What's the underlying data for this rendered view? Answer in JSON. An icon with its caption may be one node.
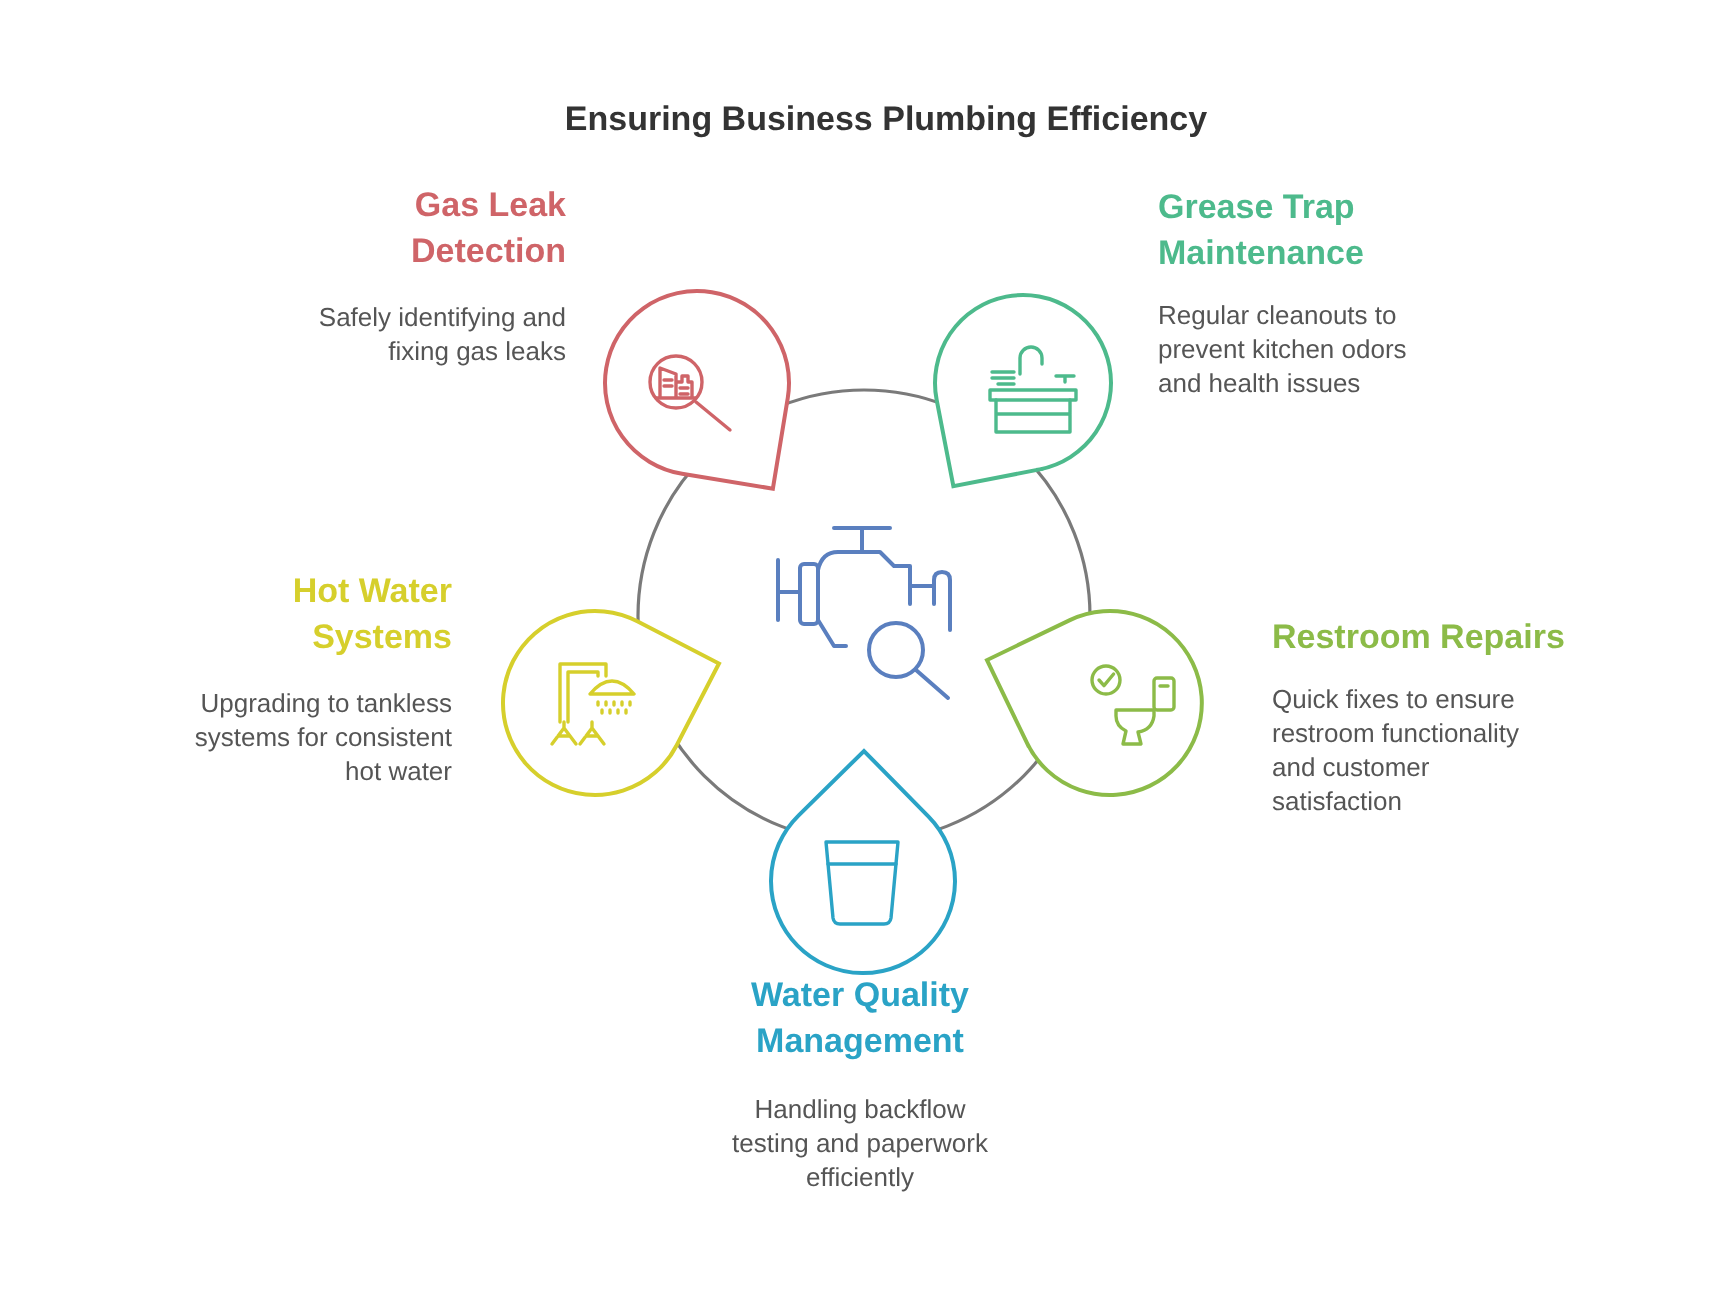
{
  "diagram": {
    "title": "Ensuring Business Plumbing Efficiency",
    "nodes": [
      {
        "text": [
          "Gas Leak Detection",
          "Safely identifying and fixing gas leaks"
        ]
      },
      {
        "text": [
          "Grease Trap Maintenance",
          "Regular cleanouts to prevent kitchen odors and health issues"
        ]
      },
      {
        "text": [
          "Hot Water Systems",
          "Upgrading to tankless systems for consistent hot water"
        ]
      },
      {
        "text": [
          "Restroom Repairs",
          "Quick fixes to ensure restroom functionality and customer satisfaction"
        ]
      },
      {
        "text": [
          "Water Quality Management",
          "Handling backflow testing and paperwork efficiently"
        ]
      }
    ]
  }
}
